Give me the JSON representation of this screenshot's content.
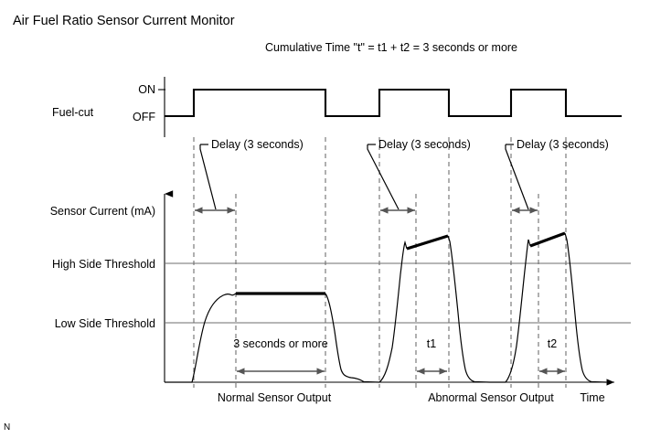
{
  "title": "Air Fuel Ratio Sensor Current Monitor",
  "subtitle": "Cumulative Time \"t\" = t1 + t2 = 3 seconds or more",
  "corner_mark": "N",
  "fuel_cut": {
    "signal_label": "Fuel-cut",
    "state_on": "ON",
    "state_off": "OFF"
  },
  "axes": {
    "y_label": "Sensor Current (mA)",
    "x_label": "Time",
    "high_threshold_label": "High Side Threshold",
    "low_threshold_label": "Low Side Threshold"
  },
  "annotations": {
    "delay_1": "Delay (3 seconds)",
    "delay_2": "Delay (3 seconds)",
    "delay_3": "Delay (3 seconds)",
    "three_seconds": "3 seconds or more",
    "t1": "t1",
    "t2": "t2"
  },
  "sections": {
    "normal": "Normal Sensor Output",
    "abnormal": "Abnormal Sensor Output"
  },
  "chart_data": {
    "type": "line",
    "title": "Air Fuel Ratio Sensor Current Monitor",
    "subtitle": "Cumulative Time \"t\" = t1 + t2 = 3 seconds or more",
    "xlabel": "Time",
    "ylabel": "Sensor Current (mA)",
    "grid": false,
    "legend": "none",
    "reference_lines": [
      {
        "name": "High Side Threshold",
        "value": 288,
        "axis": "y",
        "color": "#6e6e6e"
      },
      {
        "name": "Low Side Threshold",
        "value": 353,
        "axis": "y",
        "color": "#6e6e6e"
      }
    ],
    "series": [
      {
        "name": "Fuel-cut",
        "type": "digital",
        "levels": [
          "OFF",
          "ON"
        ],
        "pulses": [
          {
            "rise_x": 212,
            "fall_x": 356
          },
          {
            "rise_x": 415,
            "fall_x": 491
          },
          {
            "rise_x": 559,
            "fall_x": 619
          }
        ],
        "on_y": 98,
        "off_y": 127,
        "x_start": 180,
        "x_end": 680
      },
      {
        "name": "Normal Sensor Output",
        "type": "analog",
        "plateau_y": 321,
        "baseline_y": 418,
        "rise_start_x": 212,
        "plateau_start_x": 258,
        "plateau_end_x": 356,
        "bold_segment": [
          258,
          356
        ],
        "peak_exceeds_high_threshold": false
      },
      {
        "name": "Abnormal Sensor Output",
        "type": "analog",
        "baseline_y": 418,
        "pulses": [
          {
            "rise_start_x": 415,
            "peak_x": 443,
            "peak_y": 265,
            "end_x": 497,
            "bold_segment_x": [
              446,
              490
            ],
            "bold_segment_y": [
              270,
              258
            ]
          },
          {
            "rise_start_x": 559,
            "peak_x": 578,
            "peak_y": 262,
            "end_x": 630,
            "bold_segment_x": [
              580,
              618
            ],
            "bold_segment_y": [
              268,
              255
            ]
          }
        ],
        "peak_exceeds_high_threshold": true
      }
    ],
    "measurements": [
      {
        "name": "Delay (3 seconds)",
        "from_x": 212,
        "to_x": 258,
        "y": 230
      },
      {
        "name": "Delay (3 seconds)",
        "from_x": 415,
        "to_x": 455,
        "y": 230
      },
      {
        "name": "Delay (3 seconds)",
        "from_x": 559,
        "to_x": 589,
        "y": 230
      },
      {
        "name": "3 seconds or more",
        "from_x": 258,
        "to_x": 356,
        "y": 406
      },
      {
        "name": "t1",
        "from_x": 455,
        "to_x": 490,
        "y": 406
      },
      {
        "name": "t2",
        "from_x": 589,
        "to_x": 619,
        "y": 406
      }
    ]
  }
}
